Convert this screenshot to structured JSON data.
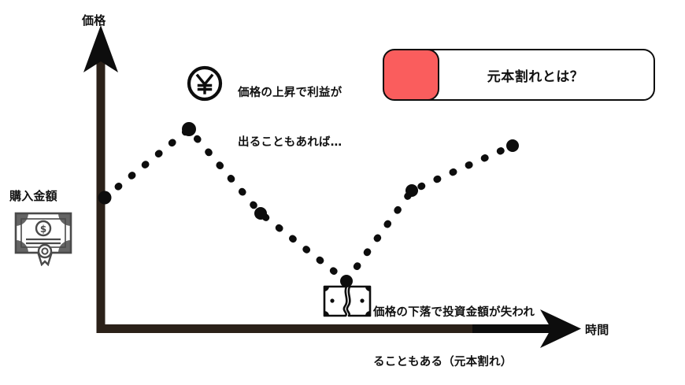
{
  "chart_data": {
    "type": "line",
    "title": "元本割れとは？",
    "xlabel": "時間",
    "ylabel": "価格",
    "grid": false,
    "legend": "none",
    "series": [
      {
        "name": "価格",
        "style": "dotted",
        "marker": "circle",
        "points": [
          {
            "x": 0,
            "y": 100,
            "note": "購入金額"
          },
          {
            "x": 1,
            "y": 152
          },
          {
            "x": 2,
            "y": 88
          },
          {
            "x": 3,
            "y": 37,
            "note": "元本割れ"
          },
          {
            "x": 4,
            "y": 105
          },
          {
            "x": 5,
            "y": 139
          }
        ]
      }
    ],
    "reference_line": {
      "label": "購入金額",
      "y": 100
    },
    "annotations": [
      {
        "id": "up",
        "text_line1": "価格の上昇で利益が",
        "text_line2": "出ることもあれば…"
      },
      {
        "id": "down",
        "text_line1": "価格の下落で投資金額が失われ",
        "text_line2": "ることもある（元本割れ）"
      }
    ]
  },
  "axes": {
    "y_label": "価格",
    "x_label": "時間",
    "color": "#2B2119",
    "arrow_color": "#0d0d0d"
  },
  "title_banner": {
    "text": "元本割れとは？",
    "accent_color": "#FA5D5D",
    "border_color": "#0D0D0D",
    "background": "#FFFFFF"
  },
  "left_axis_marker": {
    "label": "購入金額",
    "icon": "money-certificate-icon"
  },
  "annotations": {
    "gain": {
      "icon": "yen-circle-icon",
      "line1": "価格の上昇で利益が",
      "line2": "出ることもあれば…"
    },
    "loss": {
      "icon": "torn-banknote-icon",
      "line1": "価格の下落で投資金額が失われ",
      "line2": "ることもある（元本割れ）"
    }
  },
  "series_points": [
    {
      "cx": 133,
      "cy": 251,
      "r": 8.5
    },
    {
      "cx": 240,
      "cy": 164,
      "r": 8.5
    },
    {
      "cx": 331,
      "cy": 271,
      "r": 8.0
    },
    {
      "cx": 440,
      "cy": 357,
      "r": 8.0
    },
    {
      "cx": 523,
      "cy": 242,
      "r": 8.0
    },
    {
      "cx": 651,
      "cy": 185,
      "r": 8.0
    }
  ]
}
